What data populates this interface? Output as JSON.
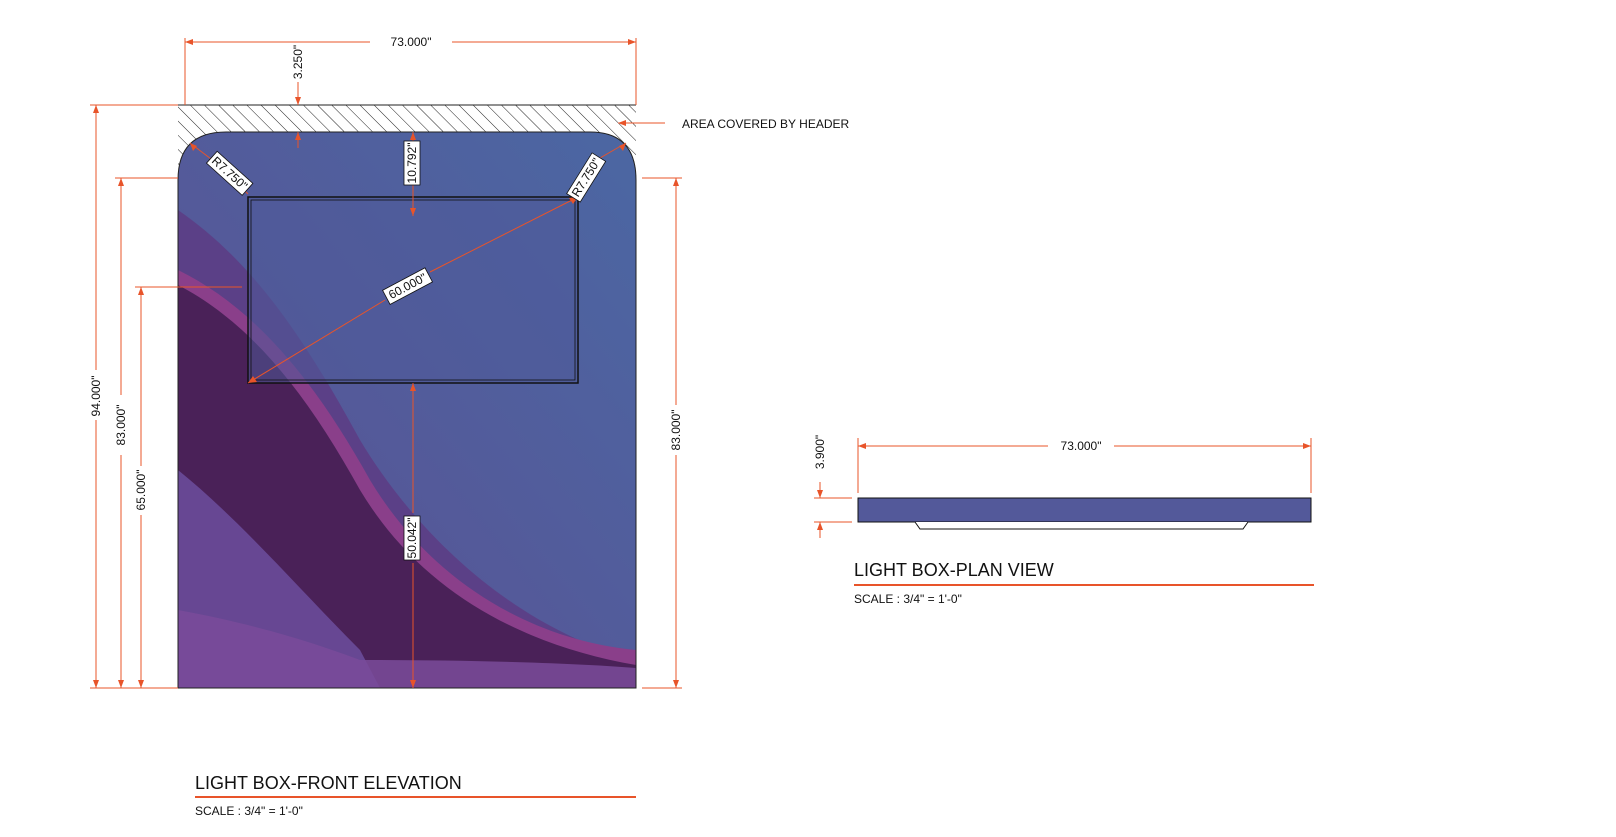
{
  "front_elevation": {
    "title": "LIGHT BOX-FRONT ELEVATION",
    "scale": "SCALE : 3/4\" = 1'-0\"",
    "dims": {
      "top_width": "73.000\"",
      "header_height": "3.250\"",
      "top_to_screen": "10.792\"",
      "radius_left": "R7.750\"",
      "radius_right": "R7.750\"",
      "screen_diagonal": "60.000\"",
      "screen_to_bottom": "50.042\"",
      "total_height": "94.000\"",
      "left_height": "83.000\"",
      "left_screen_height": "65.000\"",
      "right_height": "83.000\""
    },
    "header_note": "AREA COVERED BY HEADER"
  },
  "plan_view": {
    "title": "LIGHT BOX-PLAN VIEW",
    "scale": "SCALE : 3/4\" = 1'-0\"",
    "dims": {
      "width": "73.000\"",
      "depth": "3.900\""
    }
  },
  "colors": {
    "dimension": "#e8542a",
    "panel_top": "#4d62a0",
    "panel_purple": "#4a2158",
    "panel_magenta": "#8a3f8a",
    "plan_fill": "#53599a"
  }
}
